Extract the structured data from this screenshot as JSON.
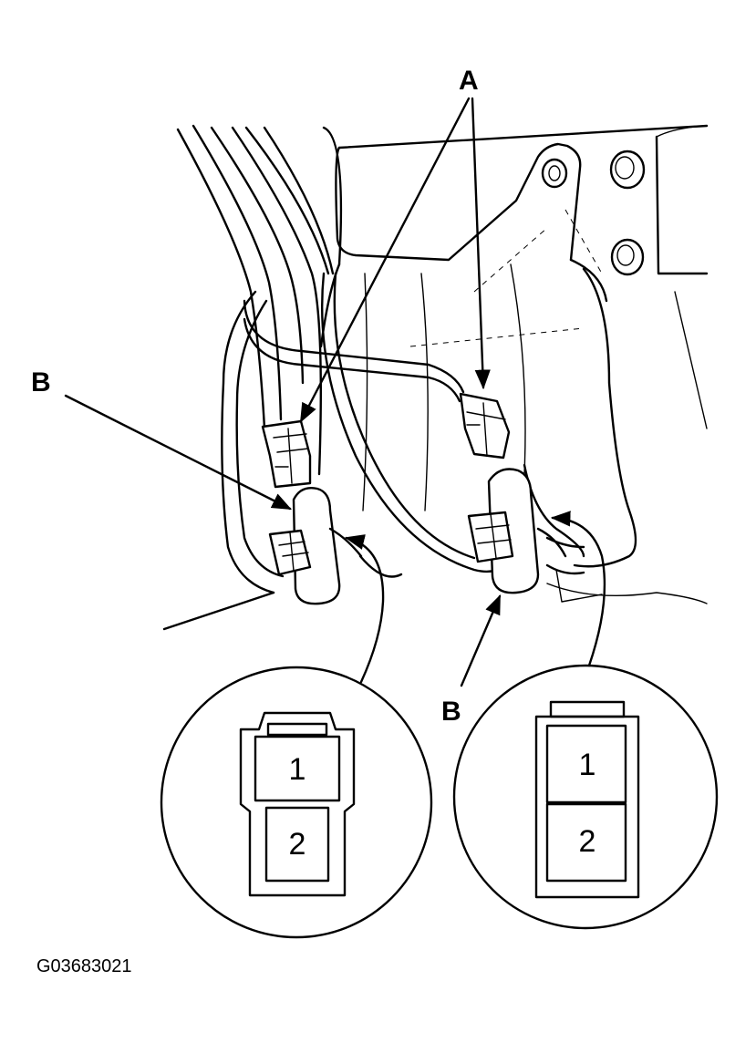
{
  "callouts": {
    "a": "A",
    "b_left": "B",
    "b_right": "B"
  },
  "connector_left": {
    "pin_1": "1",
    "pin_2": "2"
  },
  "connector_right": {
    "pin_1": "1",
    "pin_2": "2"
  },
  "figure_id": "G03683021",
  "colors": {
    "line": "#000000",
    "background": "#ffffff"
  }
}
